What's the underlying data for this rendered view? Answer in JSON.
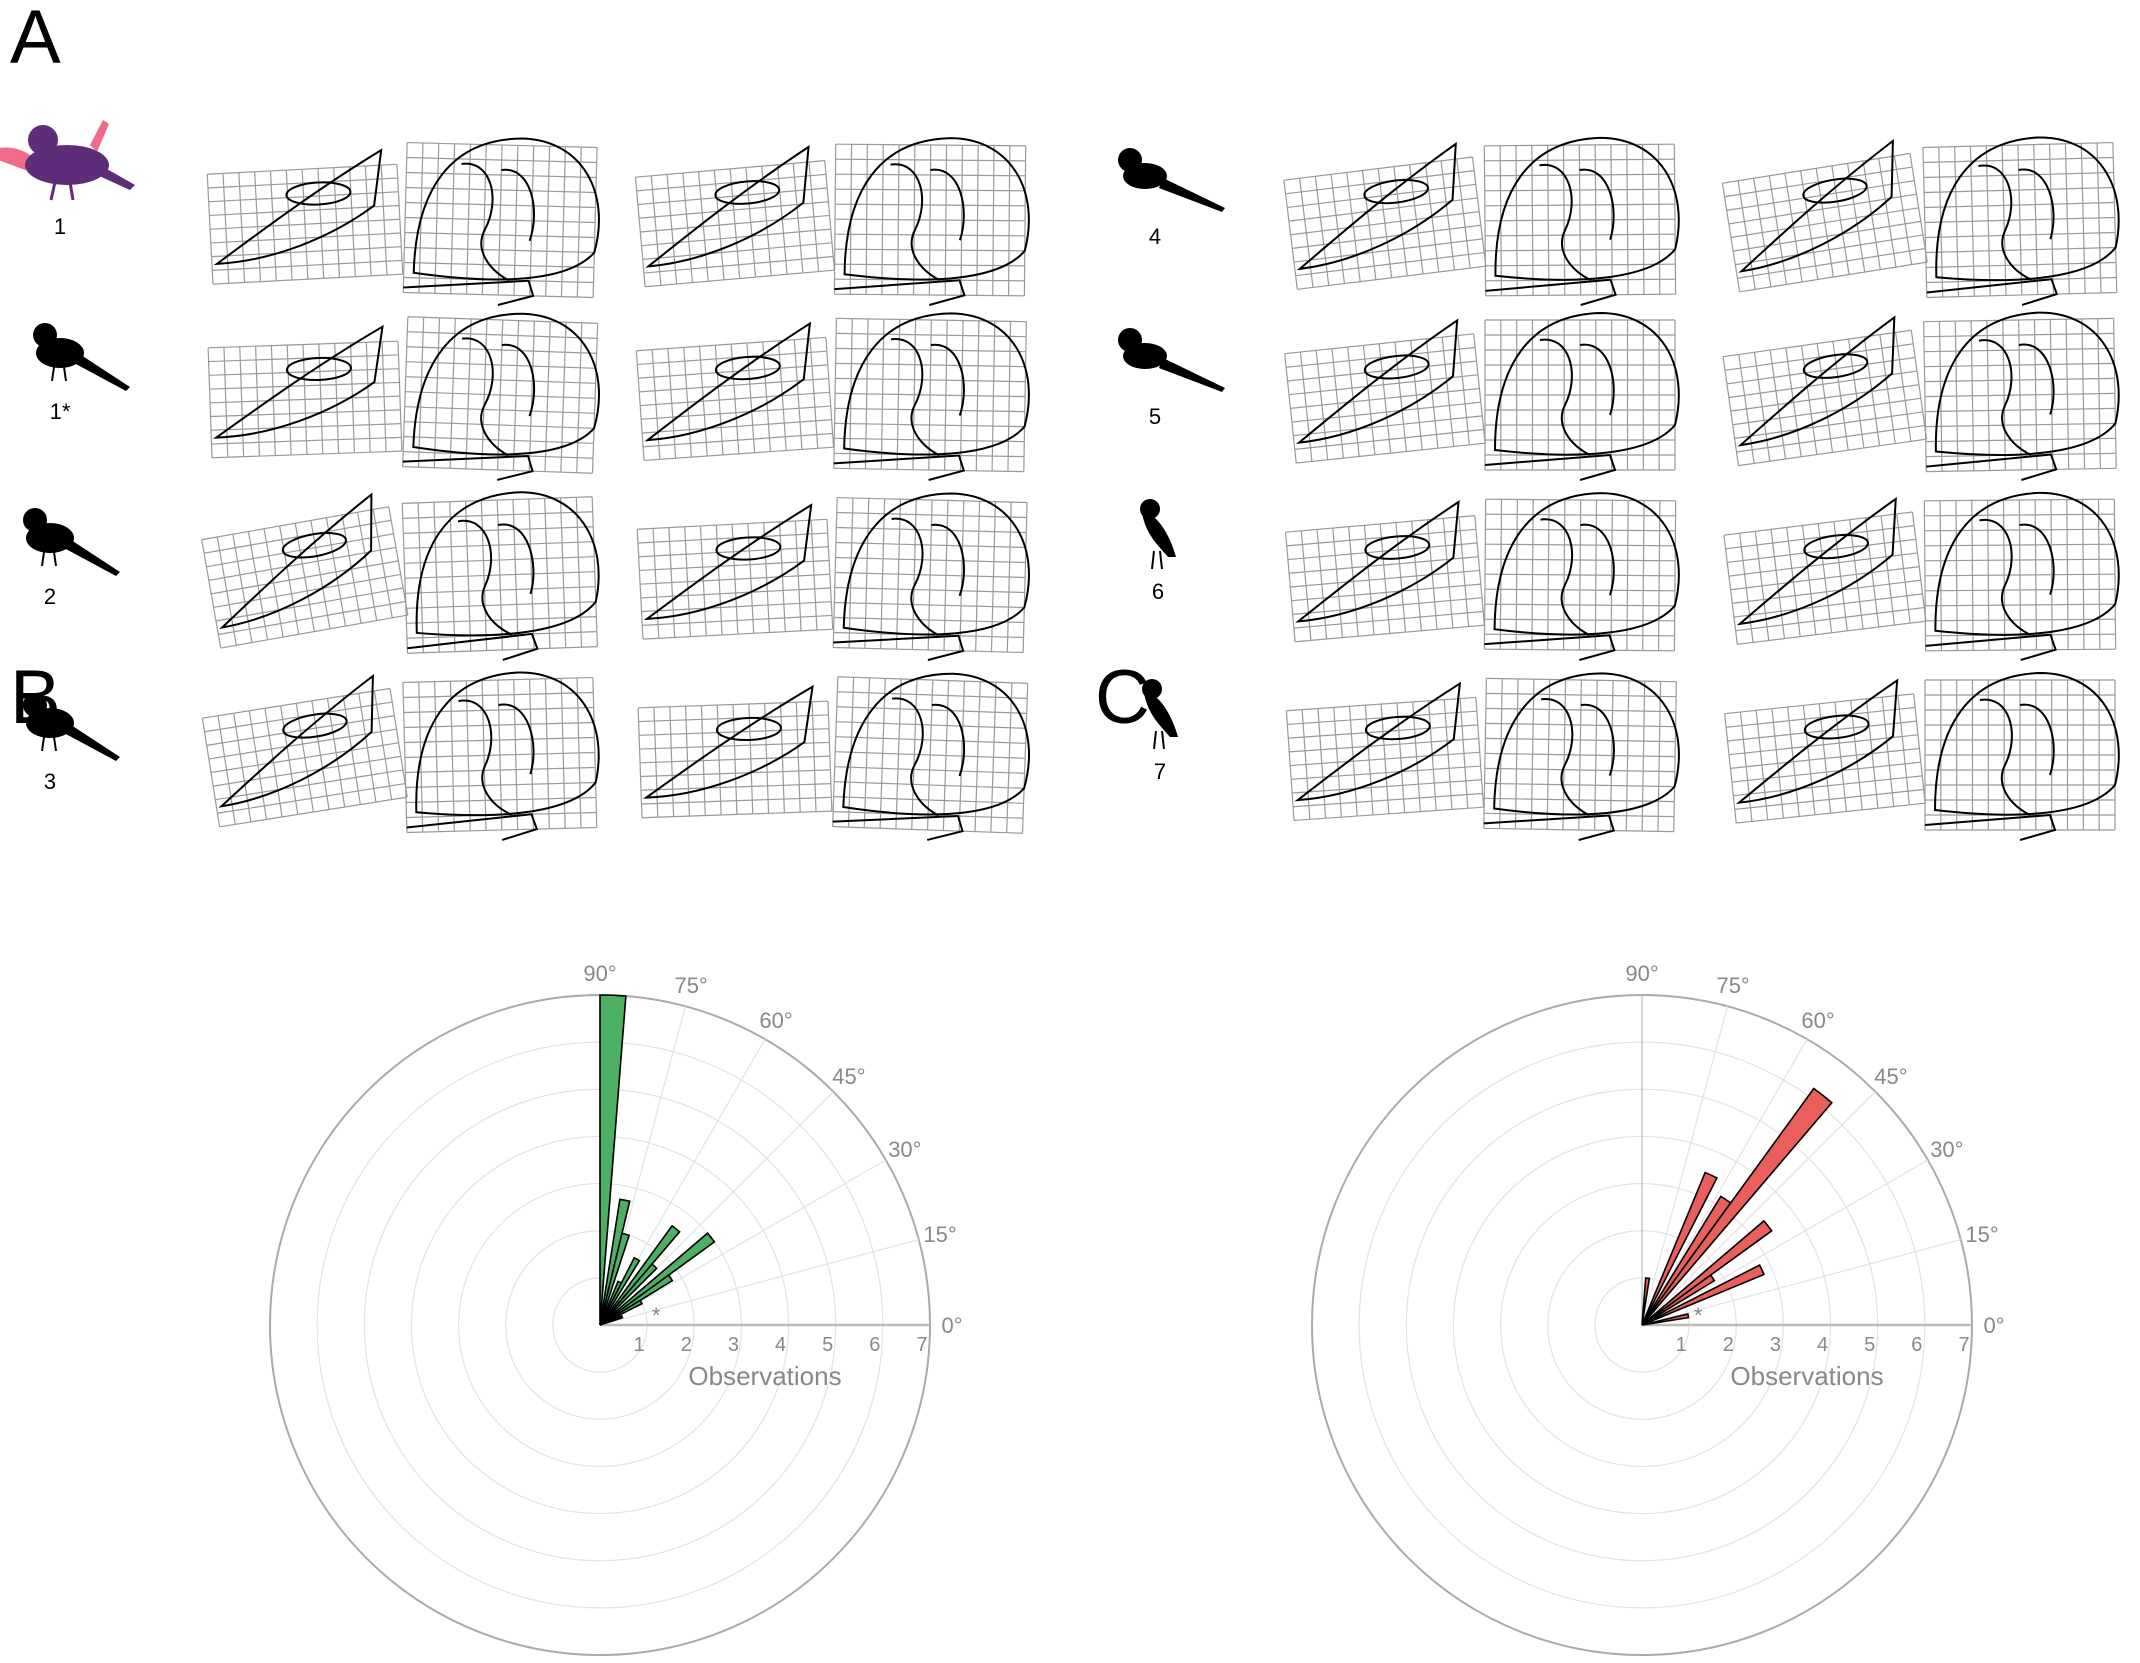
{
  "panels": {
    "a": "A",
    "b": "B",
    "c": "C"
  },
  "birds": [
    {
      "label": "1",
      "color": "#5e2d7a",
      "accent": "#f06b8a"
    },
    {
      "label": "1*",
      "color": "#000000"
    },
    {
      "label": "2",
      "color": "#000000"
    },
    {
      "label": "3",
      "color": "#000000"
    },
    {
      "label": "4",
      "color": "#000000"
    },
    {
      "label": "5",
      "color": "#000000"
    },
    {
      "label": "6",
      "color": "#000000"
    },
    {
      "label": "7",
      "color": "#000000"
    }
  ],
  "chart_data": [
    {
      "type": "polar-bar",
      "panel": "B",
      "xlabel": "Observations",
      "radial_ticks": [
        "1",
        "2",
        "3",
        "4",
        "5",
        "6",
        "7"
      ],
      "rmax": 7,
      "angle_ticks": [
        "0°",
        "15°",
        "30°",
        "45°",
        "60°",
        "75°",
        "90°"
      ],
      "asterisk": "*",
      "color": "#4caf64",
      "bin_width_deg": 4.5,
      "bars": [
        {
          "angle": 87.75,
          "value": 7.0
        },
        {
          "angle": 78.75,
          "value": 2.7
        },
        {
          "angle": 74.25,
          "value": 2.0
        },
        {
          "angle": 65.25,
          "value": 1.0
        },
        {
          "angle": 60.75,
          "value": 1.6
        },
        {
          "angle": 51.75,
          "value": 2.6
        },
        {
          "angle": 47.25,
          "value": 1.7
        },
        {
          "angle": 38.25,
          "value": 3.0
        },
        {
          "angle": 33.75,
          "value": 1.8
        },
        {
          "angle": 29.25,
          "value": 1.0
        },
        {
          "angle": 20.25,
          "value": 0.5
        }
      ]
    },
    {
      "type": "polar-bar",
      "panel": "C",
      "xlabel": "Observations",
      "radial_ticks": [
        "1",
        "2",
        "3",
        "4",
        "5",
        "6",
        "7"
      ],
      "rmax": 7,
      "angle_ticks": [
        "0°",
        "15°",
        "30°",
        "45°",
        "60°",
        "75°",
        "90°"
      ],
      "asterisk": "*",
      "color": "#e95f5c",
      "bin_width_deg": 4.5,
      "bars": [
        {
          "angle": 83.25,
          "value": 1.0
        },
        {
          "angle": 65.25,
          "value": 3.5
        },
        {
          "angle": 56.25,
          "value": 3.2
        },
        {
          "angle": 51.75,
          "value": 6.2
        },
        {
          "angle": 38.25,
          "value": 3.4
        },
        {
          "angle": 33.75,
          "value": 1.8
        },
        {
          "angle": 24.75,
          "value": 2.8
        },
        {
          "angle": 11.25,
          "value": 1.0
        }
      ]
    }
  ]
}
